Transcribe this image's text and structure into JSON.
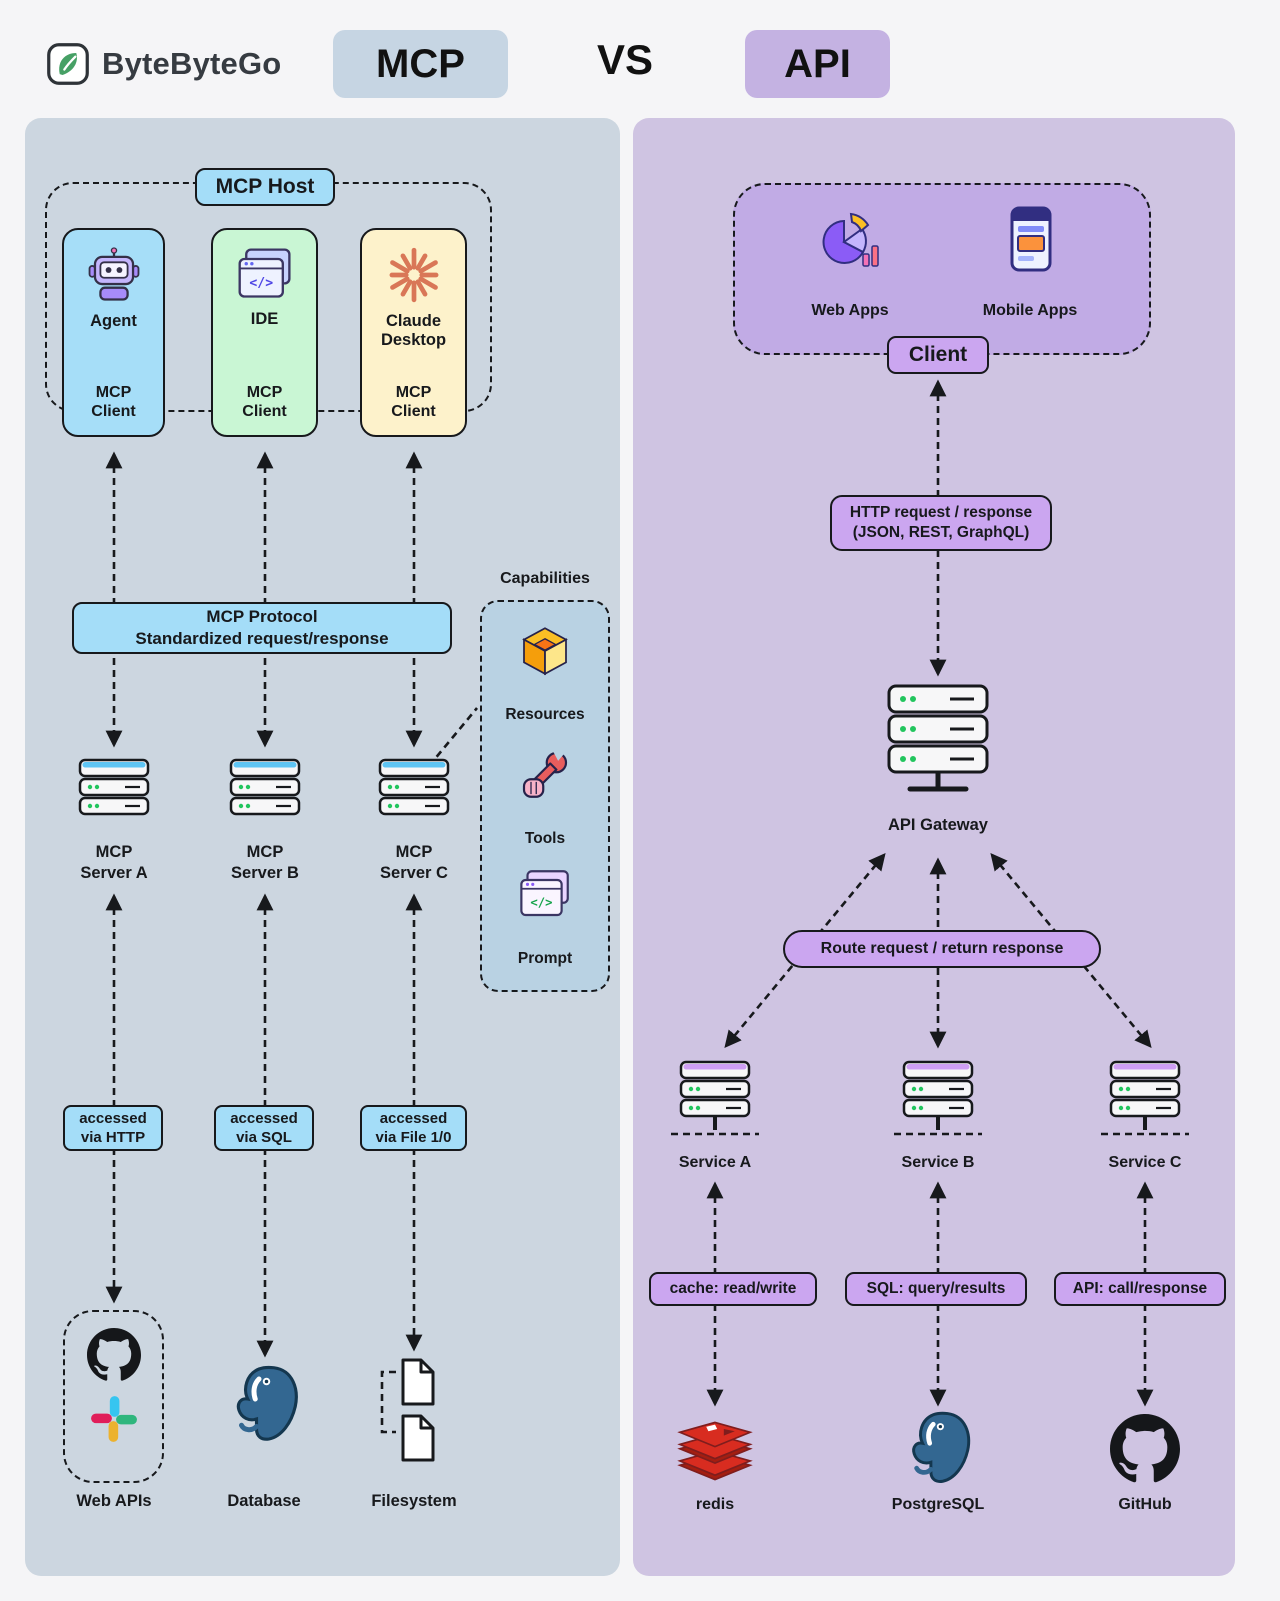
{
  "header": {
    "brand": "ByteByteGo",
    "mcp_badge": "MCP",
    "vs": "VS",
    "api_badge": "API"
  },
  "mcp": {
    "host_label": "MCP Host",
    "clients": [
      {
        "title": "Agent",
        "subtitle": "MCP Client"
      },
      {
        "title": "IDE",
        "subtitle": "MCP Client"
      },
      {
        "title": "Claude Desktop",
        "subtitle": "MCP Client"
      }
    ],
    "protocol_line1": "MCP Protocol",
    "protocol_line2": "Standardized request/response",
    "servers": [
      {
        "line1": "MCP",
        "line2": "Server A"
      },
      {
        "line1": "MCP",
        "line2": "Server B"
      },
      {
        "line1": "MCP",
        "line2": "Server C"
      }
    ],
    "capabilities": {
      "title": "Capabilities",
      "items": [
        {
          "label": "Resources",
          "icon": "cube-icon"
        },
        {
          "label": "Tools",
          "icon": "wrench-hand-icon"
        },
        {
          "label": "Prompt",
          "icon": "code-window-icon"
        }
      ]
    },
    "access": [
      {
        "line1": "accessed",
        "line2": "via HTTP"
      },
      {
        "line1": "accessed",
        "line2": "via SQL"
      },
      {
        "line1": "accessed",
        "line2": "via File 1/0"
      }
    ],
    "targets": [
      {
        "label": "Web APIs",
        "icons": [
          "github-icon",
          "slack-icon"
        ]
      },
      {
        "label": "Database",
        "icon": "postgresql-elephant-icon"
      },
      {
        "label": "Filesystem",
        "icon": "file-documents-icon"
      }
    ]
  },
  "api": {
    "apps": [
      {
        "label": "Web Apps",
        "icon": "pie-chart-icon"
      },
      {
        "label": "Mobile Apps",
        "icon": "mobile-phone-icon"
      }
    ],
    "client_label": "Client",
    "http_line1": "HTTP request / response",
    "http_line2": "(JSON, REST, GraphQL)",
    "gateway_label": "API Gateway",
    "route_banner": "Route request / return response",
    "services": [
      {
        "label": "Service A"
      },
      {
        "label": "Service B"
      },
      {
        "label": "Service C"
      }
    ],
    "access": [
      {
        "label": "cache: read/write"
      },
      {
        "label": "SQL: query/results"
      },
      {
        "label": "API: call/response"
      }
    ],
    "targets": [
      {
        "label": "redis",
        "icon": "redis-stack-icon"
      },
      {
        "label": "PostgreSQL",
        "icon": "postgresql-elephant-icon"
      },
      {
        "label": "GitHub",
        "icon": "github-icon"
      }
    ]
  },
  "colors": {
    "page_bg": "#f5f5f7",
    "mcp_panel_bg": "#ccd6e0",
    "api_panel_bg": "#cfc4e2",
    "mcp_accent": "#a4ddf8",
    "api_accent": "#cba6f0",
    "agent_card": "#a6def8",
    "ide_card": "#c9f6d4",
    "claude_card": "#fdf2cb",
    "claude_orange": "#d97757",
    "postgres_blue": "#336791",
    "redis_red": "#d82c20",
    "github_black": "#15171a",
    "slack_colors": [
      "#36C5F0",
      "#2EB67D",
      "#ECB22E",
      "#E01E5A"
    ]
  }
}
